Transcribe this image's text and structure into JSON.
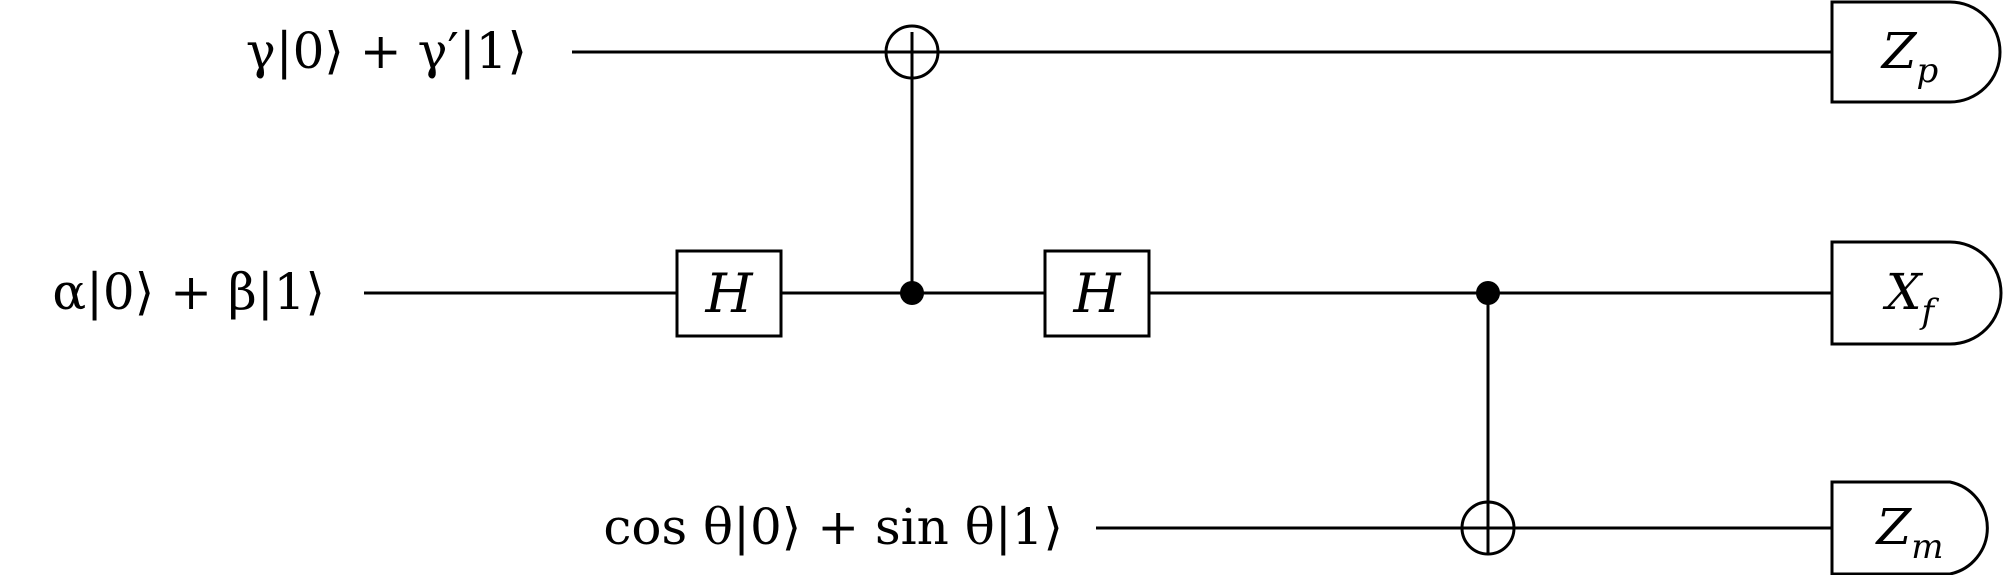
{
  "qubits": [
    {
      "id": "q0",
      "input_label": "γ|0⟩ + γ′|1⟩"
    },
    {
      "id": "q1",
      "input_label": "α|0⟩ + β|1⟩"
    },
    {
      "id": "q2",
      "input_label": "cos θ|0⟩ + sin θ|1⟩"
    }
  ],
  "gates": [
    {
      "id": "h1",
      "type": "H",
      "label": "H",
      "qubit": 1
    },
    {
      "id": "h2",
      "type": "H",
      "label": "H",
      "qubit": 1
    }
  ],
  "controlled": [
    {
      "id": "cnot1",
      "control": 1,
      "target": 0
    },
    {
      "id": "cnot2",
      "control": 1,
      "target": 2
    }
  ],
  "measurements": [
    {
      "qubit": 0,
      "letter": "Z",
      "sub": "p"
    },
    {
      "qubit": 1,
      "letter": "X",
      "sub": "f"
    },
    {
      "qubit": 2,
      "letter": "Z",
      "sub": "m"
    }
  ]
}
